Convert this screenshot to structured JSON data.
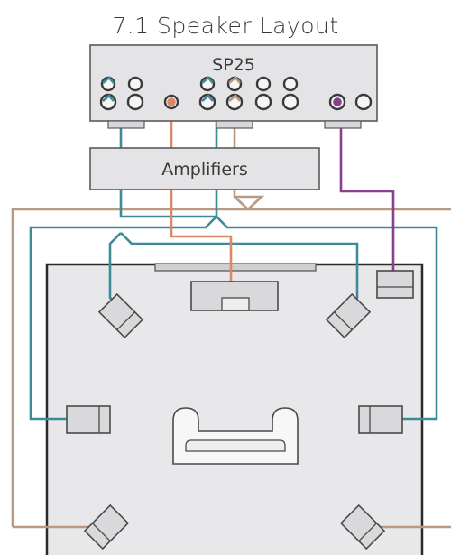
{
  "title": "7.1 Speaker Layout",
  "processor": {
    "label": "SP25"
  },
  "amplifier": {
    "label": "Amplifiers"
  },
  "colors": {
    "background": "#ffffff",
    "room_fill": "#e8e8ea",
    "room_border": "#2a2a2a",
    "device_fill": "#e4e4e6",
    "device_border": "#5a5a5a",
    "speaker_fill": "#d9d9db",
    "speaker_border": "#4a4a4a",
    "wire_blue": "#3e8a98",
    "wire_orange": "#d98868",
    "wire_tan": "#b89a82",
    "wire_purple": "#8b3f8f"
  }
}
